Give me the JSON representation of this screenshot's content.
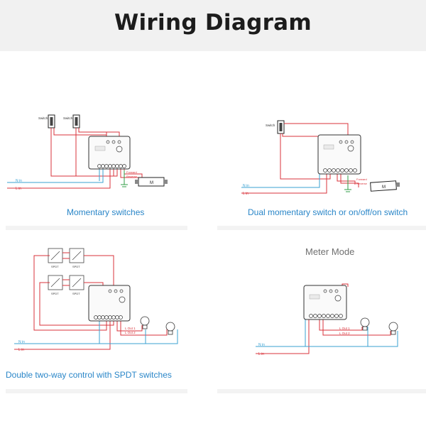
{
  "title": "Wiring Diagram",
  "panels": [
    {
      "caption": "Momentary switches",
      "labels": {
        "switch_a": "Switch",
        "switch_b": "Switch",
        "n_in": "N in",
        "l_in": "L in",
        "forward": "Forward",
        "reverse": "Reverse",
        "motor": "M"
      }
    },
    {
      "caption": "Dual momentary switch or on/off/on switch",
      "labels": {
        "switch": "Switch",
        "n_in": "N in",
        "l_in": "L in",
        "forward": "Forward",
        "reverse": "Reverse",
        "motor": "M"
      }
    },
    {
      "caption": "Double two-way control with SPDT switches",
      "labels": {
        "spdt_1": "SPDT",
        "spdt_2": "SPDT",
        "spdt_3": "SPDT",
        "spdt_4": "SPDT",
        "n_in": "N in",
        "l_in": "L in",
        "l_out_1": "L Out 1",
        "l_out_2": "L Out 2"
      }
    },
    {
      "heading": "Meter Mode",
      "labels": {
        "n_in": "N in",
        "l_in": "L in",
        "l_out_1": "L Out 1",
        "l_out_2": "L Out 2"
      }
    }
  ],
  "colors": {
    "live": "#d9333b",
    "neutral": "#3aa1d2",
    "earth": "#2f9e44",
    "caption": "#2a86c8",
    "title": "#1c1c1c"
  }
}
